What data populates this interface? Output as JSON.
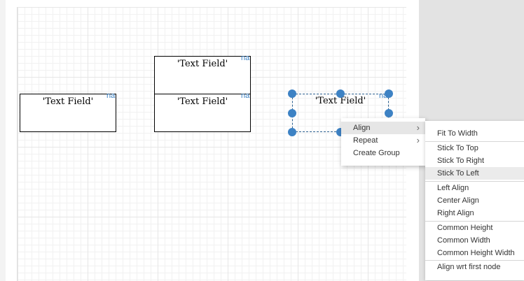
{
  "canvas": {
    "fields": [
      {
        "text": "'Text Field'",
        "badge": "na"
      },
      {
        "text": "'Text Field'",
        "badge": "na"
      },
      {
        "text": "'Text Field'",
        "badge": "na"
      },
      {
        "text": "'Text Field'",
        "badge": "na"
      }
    ]
  },
  "context_menu": {
    "items": [
      {
        "label": "Align",
        "icon": "chevron-right-icon"
      },
      {
        "label": "Repeat",
        "icon": "chevron-right-icon"
      },
      {
        "label": "Create Group"
      }
    ]
  },
  "align_submenu": {
    "items": [
      {
        "label": "Fit To Width"
      },
      {
        "label": "Stick To Top"
      },
      {
        "label": "Stick To Right"
      },
      {
        "label": "Stick To Left"
      },
      {
        "label": "Left Align"
      },
      {
        "label": "Center Align"
      },
      {
        "label": "Right Align"
      },
      {
        "label": "Common Height"
      },
      {
        "label": "Common Width"
      },
      {
        "label": "Common Height Width"
      },
      {
        "label": "Align wrt first node"
      }
    ]
  },
  "colors": {
    "handle": "#3d82c4",
    "badge": "#3d82c4",
    "menu_hover": "#e6e6e6"
  }
}
